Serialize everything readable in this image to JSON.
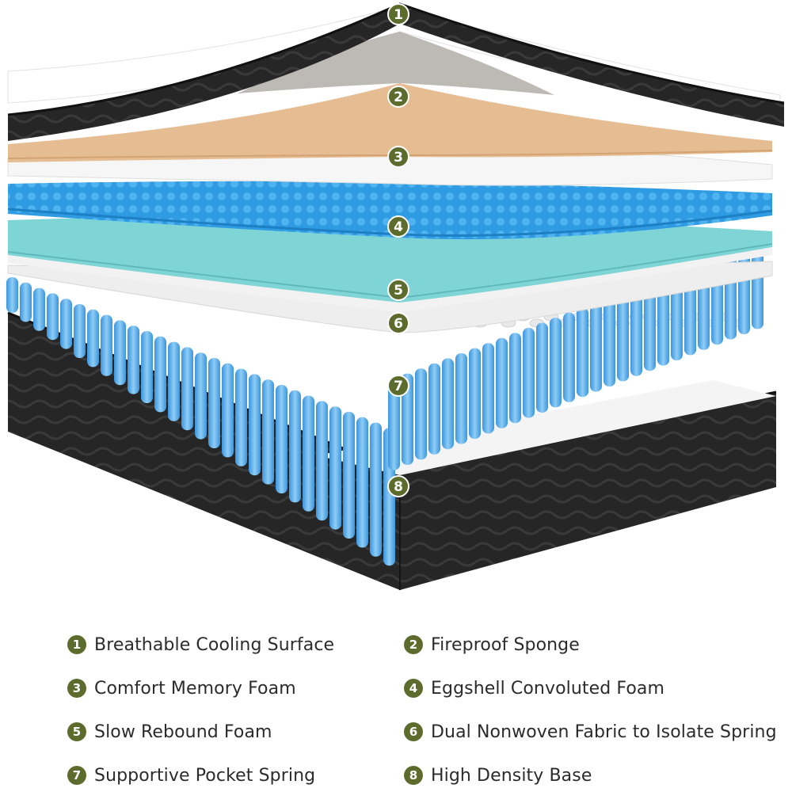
{
  "colors": {
    "badge": "#5d6b2d",
    "cover_dark": "#232323",
    "fireproof_sponge": "#e6bc92",
    "memory_foam": "#f4f4f4",
    "eggshell_foam": "#2f9be3",
    "slow_rebound": "#7fd5d5",
    "nonwoven": "#eeeeee",
    "pocket_spring": "#5bb1ee",
    "base": "#262626",
    "label_text": "#2b2b2b"
  },
  "layers": [
    {
      "number": "1",
      "label": "Breathable Cooling Surface"
    },
    {
      "number": "2",
      "label": "Fireproof Sponge"
    },
    {
      "number": "3",
      "label": "Comfort Memory Foam"
    },
    {
      "number": "4",
      "label": "Eggshell Convoluted Foam"
    },
    {
      "number": "5",
      "label": "Slow Rebound Foam"
    },
    {
      "number": "6",
      "label": "Dual Nonwoven Fabric to Isolate Spring"
    },
    {
      "number": "7",
      "label": "Supportive Pocket Spring"
    },
    {
      "number": "8",
      "label": "High Density Base"
    }
  ]
}
